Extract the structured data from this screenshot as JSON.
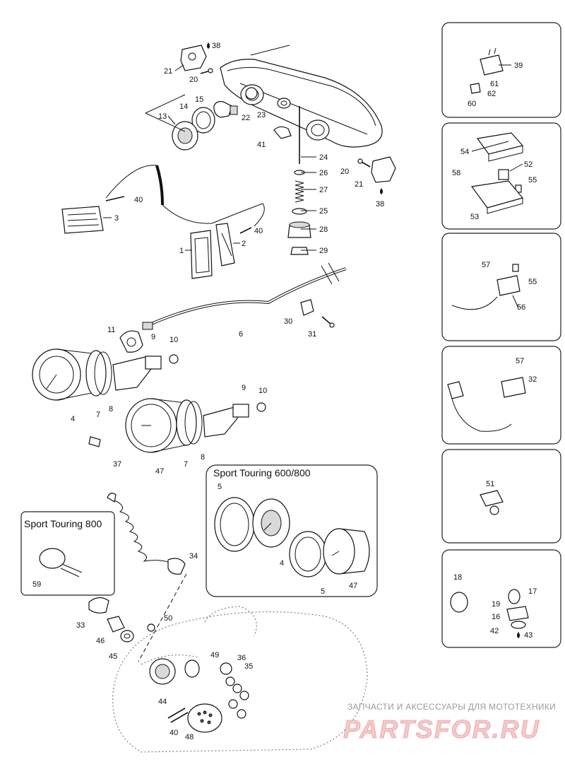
{
  "diagram": {
    "inset_sport_touring_600_800": {
      "title": "Sport Touring 600/800"
    },
    "inset_sport_touring_800": {
      "title": "Sport Touring 800"
    },
    "watermark": {
      "line1": "ЗАПЧАСТИ И АКСЕССУАРЫ ДЛЯ МОТОТЕХНИКИ",
      "line2": "PARTSFOR.RU"
    }
  }
}
